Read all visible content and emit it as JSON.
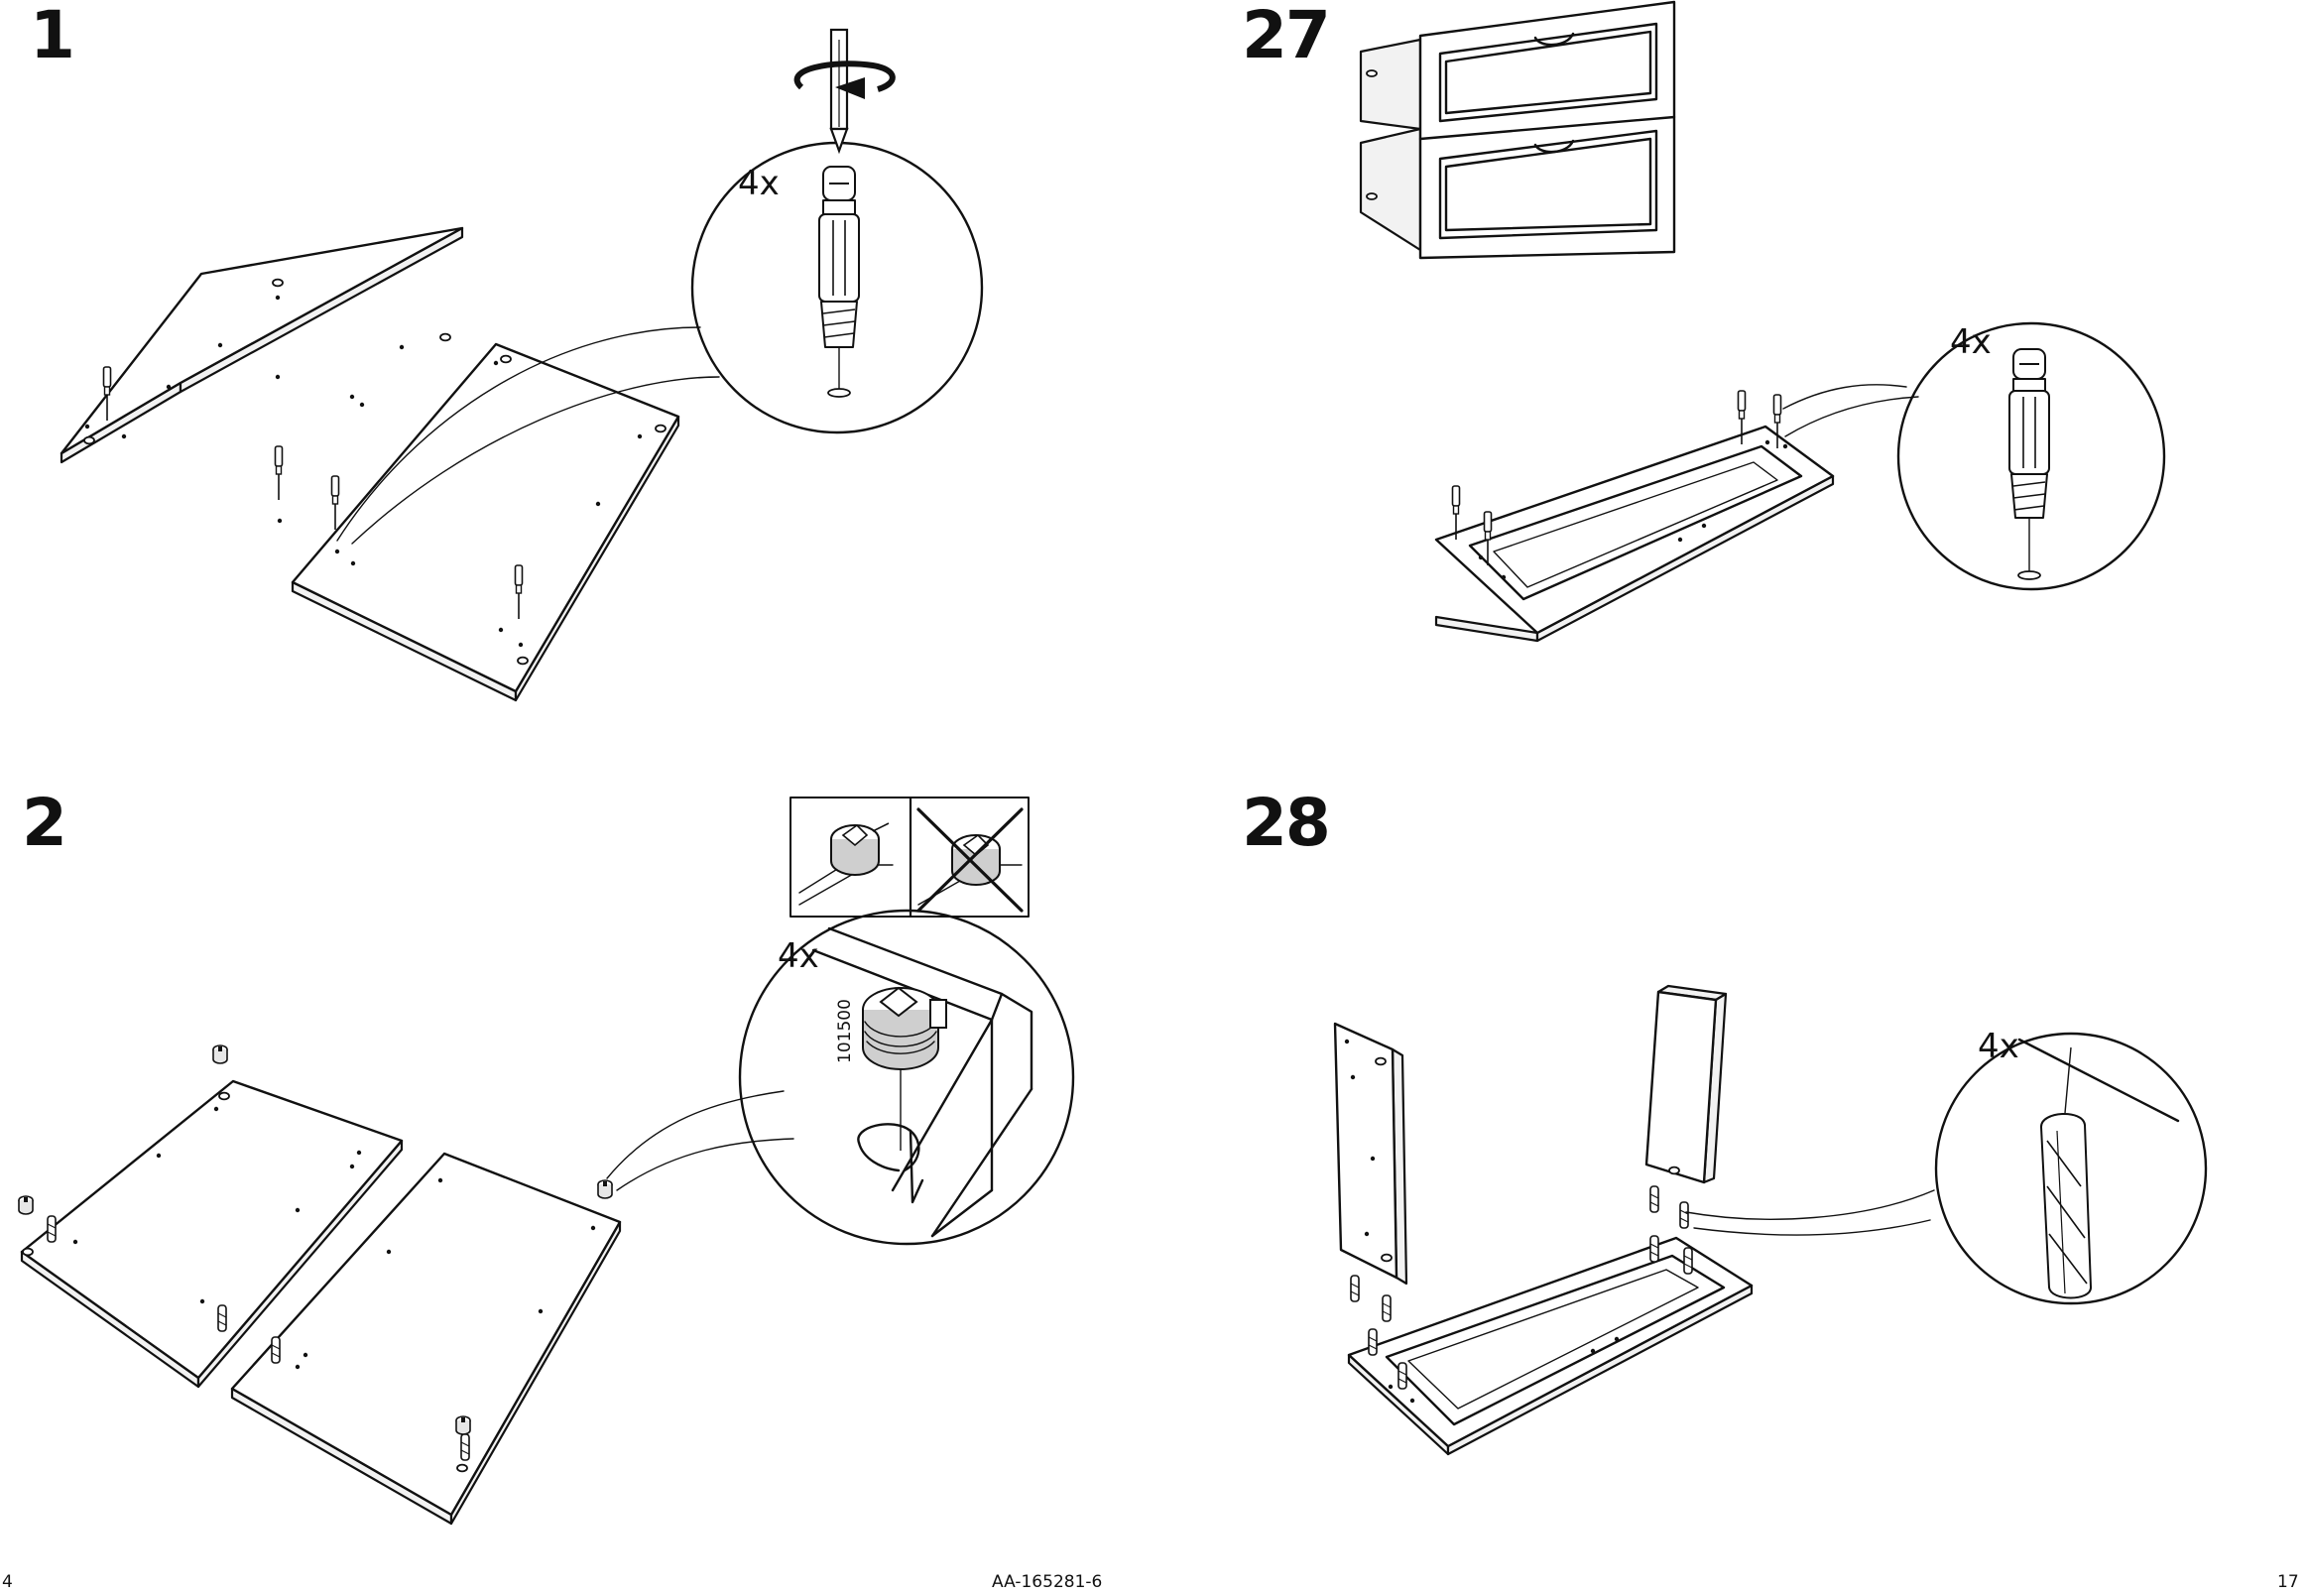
{
  "steps": [
    {
      "number": "1",
      "quantity": "4x"
    },
    {
      "number": "2",
      "quantity": "4x",
      "part_code": "101500"
    },
    {
      "number": "27",
      "quantity": "4x"
    },
    {
      "number": "28",
      "quantity": "4x"
    }
  ],
  "footer": {
    "page_left": "4",
    "document_code": "AA-165281-6",
    "page_right": "17"
  },
  "icons": {
    "screwdriver": "screwdriver-icon",
    "rotate": "rotate-arrow-icon",
    "cam_bolt": "cam-bolt-icon",
    "cam_lock": "cam-lock-icon",
    "dowel": "wooden-dowel-icon",
    "incorrect": "crossed-out-icon"
  }
}
